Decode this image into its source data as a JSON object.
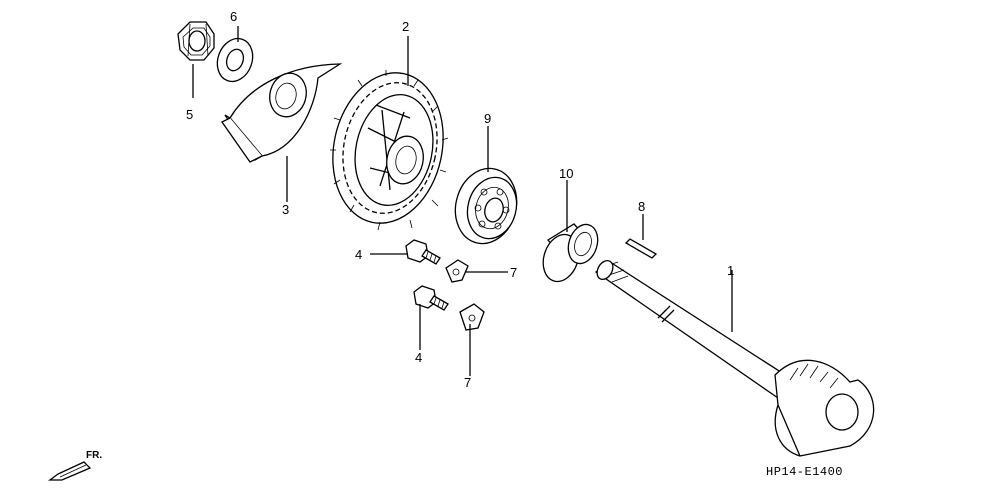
{
  "callouts": {
    "c1": "1",
    "c2": "2",
    "c3": "3",
    "c4a": "4",
    "c4b": "4",
    "c5": "5",
    "c6": "6",
    "c7a": "7",
    "c7b": "7",
    "c8": "8",
    "c9": "9",
    "c10": "10"
  },
  "direction_label": "FR.",
  "drawing_ref": "HP14-E1400"
}
